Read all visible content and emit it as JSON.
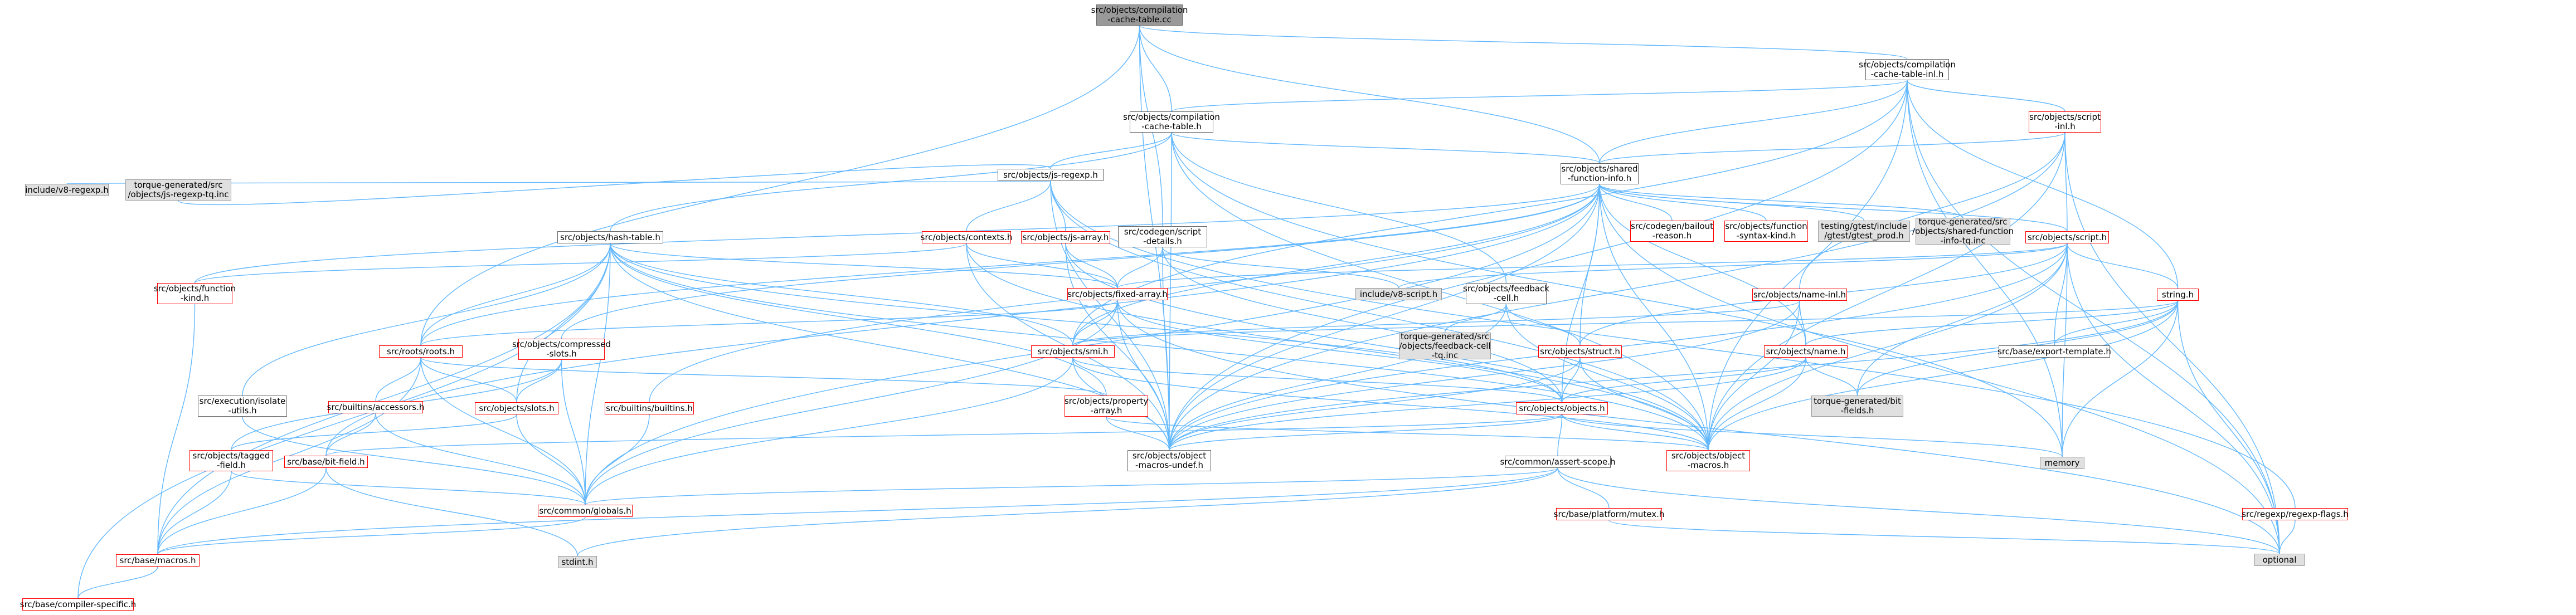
{
  "graph": {
    "colors": {
      "edge": "#63b8ff",
      "edge_alt": "#999999",
      "red_border": "#ff0000",
      "root_fill": "#999999",
      "gray_fill": "#e0e0e0"
    },
    "nodes": [
      {
        "id": "root",
        "lines": [
          "src/objects/compilation",
          "-cache-table.cc"
        ],
        "style": "root"
      },
      {
        "id": "ctinl",
        "lines": [
          "src/objects/compilation",
          "-cache-table-inl.h"
        ],
        "style": "plain"
      },
      {
        "id": "cth",
        "lines": [
          "src/objects/compilation",
          "-cache-table.h"
        ],
        "style": "plain"
      },
      {
        "id": "scriptinl",
        "lines": [
          "src/objects/script",
          "-inl.h"
        ],
        "style": "red"
      },
      {
        "id": "jsregexp",
        "lines": [
          "src/objects/js-regexp.h"
        ],
        "style": "plain"
      },
      {
        "id": "sfi",
        "lines": [
          "src/objects/shared",
          "-function-info.h"
        ],
        "style": "plain"
      },
      {
        "id": "v8regexp",
        "lines": [
          "include/v8-regexp.h"
        ],
        "style": "gray"
      },
      {
        "id": "tqregexp",
        "lines": [
          "torque-generated/src",
          "/objects/js-regexp-tq.inc"
        ],
        "style": "gray"
      },
      {
        "id": "hashtable",
        "lines": [
          "src/objects/hash-table.h"
        ],
        "style": "plain"
      },
      {
        "id": "contexts",
        "lines": [
          "src/objects/contexts.h"
        ],
        "style": "red"
      },
      {
        "id": "jsarray",
        "lines": [
          "src/objects/js-array.h"
        ],
        "style": "red"
      },
      {
        "id": "codegenscript",
        "lines": [
          "src/codegen/script",
          "-details.h"
        ],
        "style": "plain"
      },
      {
        "id": "bailout",
        "lines": [
          "src/codegen/bailout",
          "-reason.h"
        ],
        "style": "red"
      },
      {
        "id": "funcsyntax",
        "lines": [
          "src/objects/function",
          "-syntax-kind.h"
        ],
        "style": "red"
      },
      {
        "id": "gtest",
        "lines": [
          "testing/gtest/include",
          "/gtest/gtest_prod.h"
        ],
        "style": "gray"
      },
      {
        "id": "tqsfi",
        "lines": [
          "torque-generated/src",
          "/objects/shared-function",
          "-info-tq.inc"
        ],
        "style": "gray"
      },
      {
        "id": "scripth",
        "lines": [
          "src/objects/script.h"
        ],
        "style": "red"
      },
      {
        "id": "funckind",
        "lines": [
          "src/objects/function",
          "-kind.h"
        ],
        "style": "red"
      },
      {
        "id": "fixedarray",
        "lines": [
          "src/objects/fixed-array.h"
        ],
        "style": "red"
      },
      {
        "id": "v8script",
        "lines": [
          "include/v8-script.h"
        ],
        "style": "gray"
      },
      {
        "id": "feedbackcell",
        "lines": [
          "src/objects/feedback",
          "-cell.h"
        ],
        "style": "plain"
      },
      {
        "id": "tqfeedback",
        "lines": [
          "torque-generated/src",
          "/objects/feedback-cell",
          "-tq.inc"
        ],
        "style": "gray"
      },
      {
        "id": "nameinl",
        "lines": [
          "src/objects/name-inl.h"
        ],
        "style": "red"
      },
      {
        "id": "stringh",
        "lines": [
          "string.h"
        ],
        "style": "red"
      },
      {
        "id": "rootsh",
        "lines": [
          "src/roots/roots.h"
        ],
        "style": "red"
      },
      {
        "id": "compressed",
        "lines": [
          "src/objects/compressed",
          "-slots.h"
        ],
        "style": "red"
      },
      {
        "id": "smi",
        "lines": [
          "src/objects/smi.h"
        ],
        "style": "red"
      },
      {
        "id": "structh",
        "lines": [
          "src/objects/struct.h"
        ],
        "style": "red"
      },
      {
        "id": "nameh",
        "lines": [
          "src/objects/name.h"
        ],
        "style": "red"
      },
      {
        "id": "exporttemplate",
        "lines": [
          "src/base/export-template.h"
        ],
        "style": "plain"
      },
      {
        "id": "isolateutils",
        "lines": [
          "src/execution/isolate",
          "-utils.h"
        ],
        "style": "plain"
      },
      {
        "id": "accessors",
        "lines": [
          "src/builtins/accessors.h"
        ],
        "style": "red"
      },
      {
        "id": "slots",
        "lines": [
          "src/objects/slots.h"
        ],
        "style": "red"
      },
      {
        "id": "builtins",
        "lines": [
          "src/builtins/builtins.h"
        ],
        "style": "red"
      },
      {
        "id": "proparray",
        "lines": [
          "src/objects/property",
          "-array.h"
        ],
        "style": "red"
      },
      {
        "id": "objectsh",
        "lines": [
          "src/objects/objects.h"
        ],
        "style": "red"
      },
      {
        "id": "tqbitfields",
        "lines": [
          "torque-generated/bit",
          "-fields.h"
        ],
        "style": "gray"
      },
      {
        "id": "tagged",
        "lines": [
          "src/objects/tagged",
          "-field.h"
        ],
        "style": "red"
      },
      {
        "id": "bitfield",
        "lines": [
          "src/base/bit-field.h"
        ],
        "style": "red"
      },
      {
        "id": "undef",
        "lines": [
          "src/objects/object",
          "-macros-undef.h"
        ],
        "style": "plain"
      },
      {
        "id": "assertscope",
        "lines": [
          "src/common/assert-scope.h"
        ],
        "style": "plain"
      },
      {
        "id": "objmacros",
        "lines": [
          "src/objects/object",
          "-macros.h"
        ],
        "style": "red"
      },
      {
        "id": "memory",
        "lines": [
          "memory"
        ],
        "style": "gray"
      },
      {
        "id": "globals",
        "lines": [
          "src/common/globals.h"
        ],
        "style": "red"
      },
      {
        "id": "mutex",
        "lines": [
          "src/base/platform/mutex.h"
        ],
        "style": "red"
      },
      {
        "id": "regexpflags",
        "lines": [
          "src/regexp/regexp-flags.h"
        ],
        "style": "red"
      },
      {
        "id": "basemacros",
        "lines": [
          "src/base/macros.h"
        ],
        "style": "red"
      },
      {
        "id": "stdint",
        "lines": [
          "stdint.h"
        ],
        "style": "gray"
      },
      {
        "id": "optional",
        "lines": [
          "optional"
        ],
        "style": "gray"
      },
      {
        "id": "compiler",
        "lines": [
          "src/base/compiler-specific.h"
        ],
        "style": "red"
      }
    ],
    "edges": [
      [
        "root",
        "ctinl"
      ],
      [
        "root",
        "cth"
      ],
      [
        "root",
        "codegenscript"
      ],
      [
        "root",
        "rootsh"
      ],
      [
        "root",
        "undef"
      ],
      [
        "root",
        "sfi"
      ],
      [
        "ctinl",
        "cth"
      ],
      [
        "ctinl",
        "scriptinl"
      ],
      [
        "ctinl",
        "sfi"
      ],
      [
        "ctinl",
        "stringh"
      ],
      [
        "ctinl",
        "objmacros"
      ],
      [
        "ctinl",
        "undef"
      ],
      [
        "ctinl",
        "optional"
      ],
      [
        "ctinl",
        "smi"
      ],
      [
        "ctinl",
        "memory"
      ],
      [
        "cth",
        "jsregexp"
      ],
      [
        "cth",
        "hashtable"
      ],
      [
        "cth",
        "sfi"
      ],
      [
        "cth",
        "feedbackcell"
      ],
      [
        "cth",
        "objmacros"
      ],
      [
        "cth",
        "undef"
      ],
      [
        "cth",
        "memory"
      ],
      [
        "scriptinl",
        "scripth"
      ],
      [
        "scriptinl",
        "sfi"
      ],
      [
        "scriptinl",
        "nameinl"
      ],
      [
        "scriptinl",
        "objmacros"
      ],
      [
        "scriptinl",
        "undef"
      ],
      [
        "scriptinl",
        "optional"
      ],
      [
        "jsregexp",
        "v8regexp"
      ],
      [
        "jsregexp",
        "tqregexp"
      ],
      [
        "jsregexp",
        "contexts"
      ],
      [
        "jsregexp",
        "jsarray"
      ],
      [
        "jsregexp",
        "regexpflags"
      ],
      [
        "jsregexp",
        "undef"
      ],
      [
        "jsregexp",
        "objmacros"
      ],
      [
        "sfi",
        "bailout"
      ],
      [
        "sfi",
        "funcsyntax"
      ],
      [
        "sfi",
        "gtest"
      ],
      [
        "sfi",
        "tqsfi"
      ],
      [
        "sfi",
        "scripth"
      ],
      [
        "sfi",
        "funckind"
      ],
      [
        "sfi",
        "compressed"
      ],
      [
        "sfi",
        "structh"
      ],
      [
        "sfi",
        "objectsh"
      ],
      [
        "sfi",
        "builtins"
      ],
      [
        "sfi",
        "globals"
      ],
      [
        "sfi",
        "bitfield"
      ],
      [
        "sfi",
        "objmacros"
      ],
      [
        "sfi",
        "undef"
      ],
      [
        "sfi",
        "optional"
      ],
      [
        "sfi",
        "rootsh"
      ],
      [
        "sfi",
        "smi"
      ],
      [
        "sfi",
        "nameh"
      ],
      [
        "hashtable",
        "fixedarray"
      ],
      [
        "hashtable",
        "rootsh"
      ],
      [
        "hashtable",
        "isolateutils"
      ],
      [
        "hashtable",
        "smi"
      ],
      [
        "hashtable",
        "proparray"
      ],
      [
        "hashtable",
        "basemacros"
      ],
      [
        "hashtable",
        "compiler"
      ],
      [
        "hashtable",
        "objmacros"
      ],
      [
        "hashtable",
        "undef"
      ],
      [
        "hashtable",
        "globals"
      ],
      [
        "hashtable",
        "slots"
      ],
      [
        "hashtable",
        "objectsh"
      ],
      [
        "contexts",
        "fixedarray"
      ],
      [
        "contexts",
        "funckind"
      ],
      [
        "contexts",
        "undef"
      ],
      [
        "contexts",
        "objmacros"
      ],
      [
        "jsarray",
        "fixedarray"
      ],
      [
        "jsarray",
        "undef"
      ],
      [
        "jsarray",
        "objmacros"
      ],
      [
        "codegenscript",
        "v8script"
      ],
      [
        "codegenscript",
        "fixedarray"
      ],
      [
        "codegenscript",
        "objectsh"
      ],
      [
        "codegenscript",
        "undef"
      ],
      [
        "scripth",
        "v8script"
      ],
      [
        "scripth",
        "exporttemplate"
      ],
      [
        "scripth",
        "fixedarray"
      ],
      [
        "scripth",
        "stringh"
      ],
      [
        "scripth",
        "structh"
      ],
      [
        "scripth",
        "tqbitfields"
      ],
      [
        "scripth",
        "objmacros"
      ],
      [
        "scripth",
        "undef"
      ],
      [
        "scripth",
        "memory"
      ],
      [
        "scripth",
        "optional"
      ],
      [
        "funckind",
        "basemacros"
      ],
      [
        "fixedarray",
        "smi"
      ],
      [
        "fixedarray",
        "rootsh"
      ],
      [
        "fixedarray",
        "objectsh"
      ],
      [
        "fixedarray",
        "undef"
      ],
      [
        "fixedarray",
        "globals"
      ],
      [
        "fixedarray",
        "optional"
      ],
      [
        "feedbackcell",
        "tqfeedback"
      ],
      [
        "feedbackcell",
        "structh"
      ],
      [
        "feedbackcell",
        "objmacros"
      ],
      [
        "feedbackcell",
        "undef"
      ],
      [
        "nameinl",
        "nameh"
      ],
      [
        "nameinl",
        "smi"
      ],
      [
        "nameinl",
        "objmacros"
      ],
      [
        "nameinl",
        "undef"
      ],
      [
        "stringh",
        "exporttemplate"
      ],
      [
        "stringh",
        "nameh"
      ],
      [
        "stringh",
        "smi"
      ],
      [
        "stringh",
        "objmacros"
      ],
      [
        "stringh",
        "memory"
      ],
      [
        "stringh",
        "optional"
      ],
      [
        "stringh",
        "undef"
      ],
      [
        "stringh",
        "tqbitfields"
      ],
      [
        "rootsh",
        "accessors"
      ],
      [
        "rootsh",
        "slots"
      ],
      [
        "rootsh",
        "globals"
      ],
      [
        "rootsh",
        "proparray"
      ],
      [
        "rootsh",
        "basemacros"
      ],
      [
        "compressed",
        "slots"
      ],
      [
        "compressed",
        "globals"
      ],
      [
        "compressed",
        "tagged"
      ],
      [
        "smi",
        "globals"
      ],
      [
        "smi",
        "objectsh"
      ],
      [
        "smi",
        "undef"
      ],
      [
        "smi",
        "objmacros"
      ],
      [
        "structh",
        "objectsh"
      ],
      [
        "structh",
        "objmacros"
      ],
      [
        "structh",
        "undef"
      ],
      [
        "nameh",
        "objectsh"
      ],
      [
        "nameh",
        "tqbitfields"
      ],
      [
        "nameh",
        "objmacros"
      ],
      [
        "nameh",
        "undef"
      ],
      [
        "isolateutils",
        "globals"
      ],
      [
        "accessors",
        "bitfield"
      ],
      [
        "accessors",
        "globals"
      ],
      [
        "slots",
        "globals"
      ],
      [
        "slots",
        "tagged"
      ],
      [
        "builtins",
        "globals"
      ],
      [
        "proparray",
        "undef"
      ],
      [
        "proparray",
        "objmacros"
      ],
      [
        "objectsh",
        "assertscope"
      ],
      [
        "objectsh",
        "undef"
      ],
      [
        "objectsh",
        "objmacros"
      ],
      [
        "objectsh",
        "bitfield"
      ],
      [
        "objectsh",
        "memory"
      ],
      [
        "tagged",
        "globals"
      ],
      [
        "tagged",
        "basemacros"
      ],
      [
        "bitfield",
        "basemacros"
      ],
      [
        "bitfield",
        "stdint"
      ],
      [
        "assertscope",
        "mutex"
      ],
      [
        "assertscope",
        "globals"
      ],
      [
        "assertscope",
        "stdint"
      ],
      [
        "assertscope",
        "basemacros"
      ],
      [
        "assertscope",
        "optional"
      ],
      [
        "globals",
        "basemacros"
      ],
      [
        "mutex",
        "optional"
      ],
      [
        "regexpflags",
        "optional"
      ],
      [
        "basemacros",
        "compiler"
      ]
    ]
  }
}
